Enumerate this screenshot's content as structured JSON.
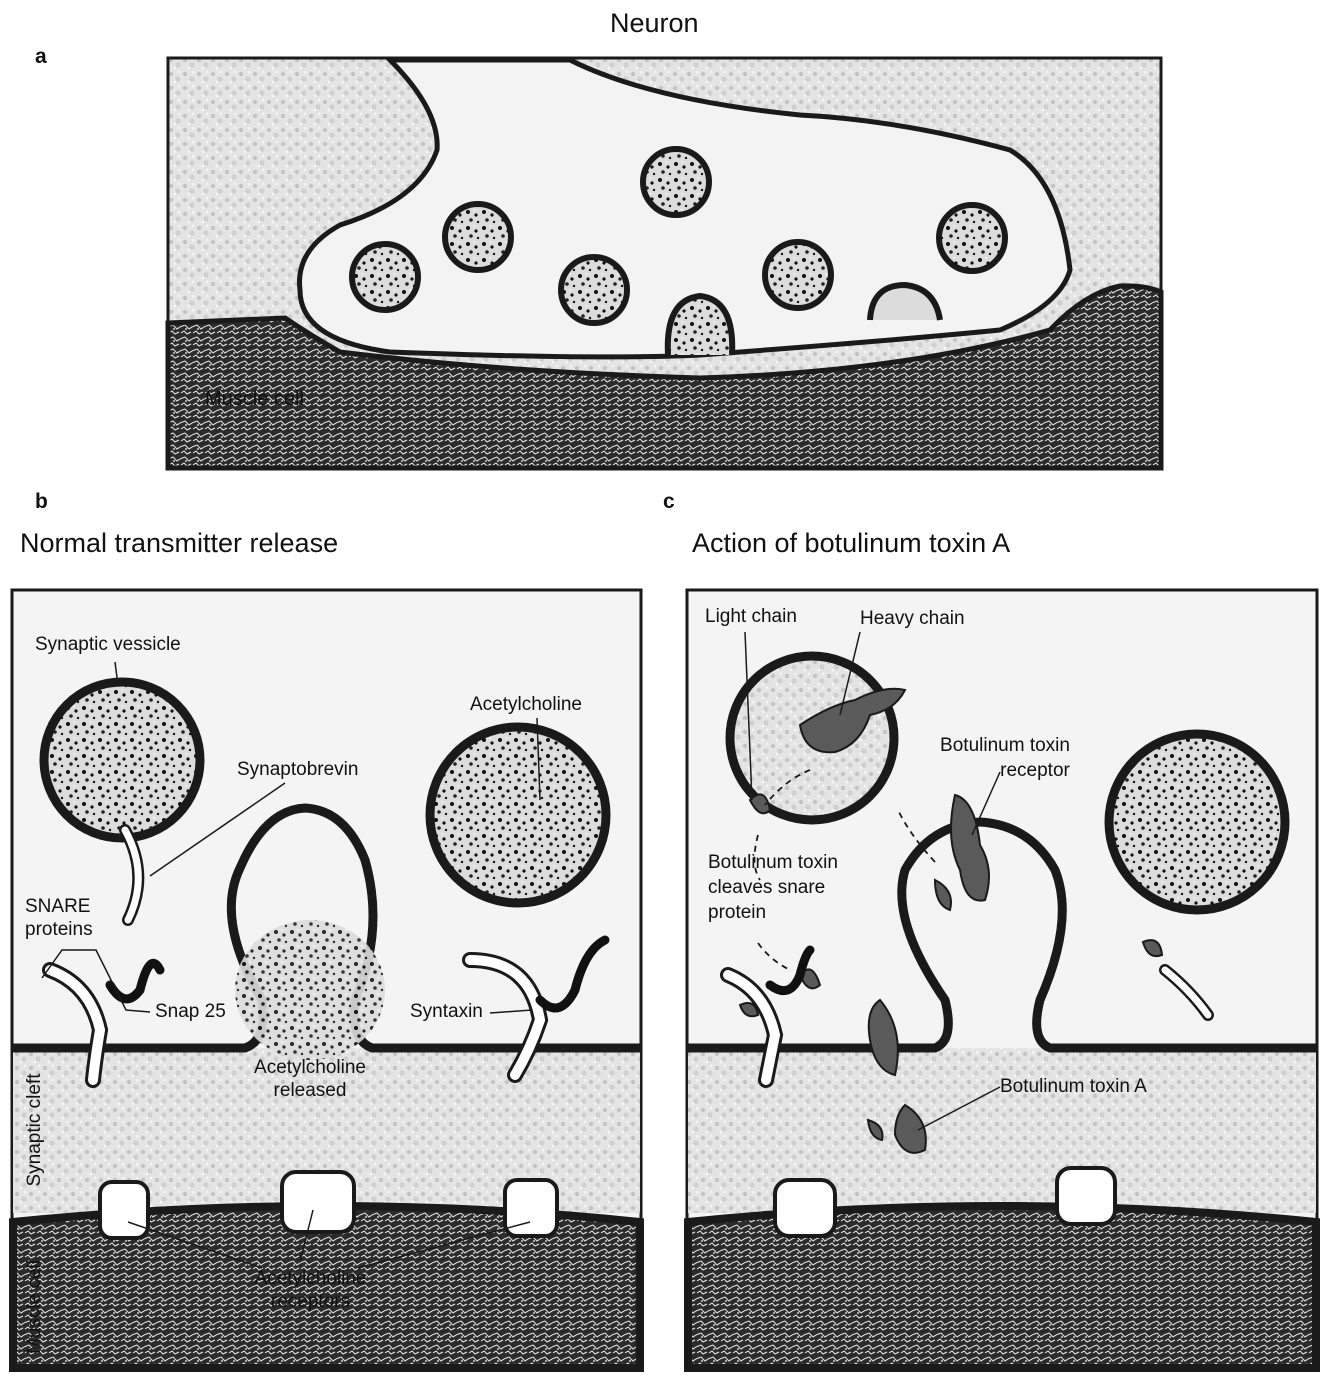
{
  "panel_a": {
    "letter": "a",
    "title": "Neuron",
    "muscle_label": "Muscle cell"
  },
  "panel_b": {
    "letter": "b",
    "title": "Normal transmitter release",
    "labels": {
      "synaptic_vesicle": "Synaptic vessicle",
      "synaptobrevin": "Synaptobrevin",
      "acetylcholine": "Acetylcholine",
      "snare_line1": "SNARE",
      "snare_line2": "proteins",
      "snap25": "Snap 25",
      "syntaxin": "Syntaxin",
      "released_line1": "Acetylcholine",
      "released_line2": "released",
      "synaptic_cleft": "Synaptic cleft",
      "receptors_line1": "Acetylcholine",
      "receptors_line2": "receptors",
      "muscle_cell": "Muscle cell"
    }
  },
  "panel_c": {
    "letter": "c",
    "title": "Action of botulinum toxin A",
    "labels": {
      "light_chain": "Light chain",
      "heavy_chain": "Heavy chain",
      "toxin_receptor_line1": "Botulinum toxin",
      "toxin_receptor_line2": "receptor",
      "cleaves_line1": "Botulinum toxin",
      "cleaves_line2": "cleaves snare",
      "cleaves_line3": "protein",
      "toxin_a": "Botulinum toxin A"
    }
  },
  "colors": {
    "stroke": "#1a1a1a",
    "cleft_fill": "#d6d6d6",
    "cytoplasm_fill": "#f2f2f2",
    "muscle_fill": "#2e2e2e",
    "toxin_fill": "#5a5a5a"
  }
}
